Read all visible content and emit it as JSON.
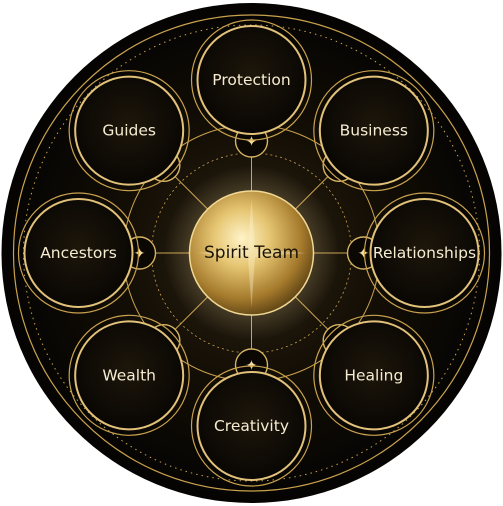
{
  "center": {
    "label": "Spirit Team"
  },
  "nodes": [
    {
      "id": "protection",
      "label": "Protection"
    },
    {
      "id": "business",
      "label": "Business"
    },
    {
      "id": "relationships",
      "label": "Relationships"
    },
    {
      "id": "healing",
      "label": "Healing"
    },
    {
      "id": "creativity",
      "label": "Creativity"
    },
    {
      "id": "wealth",
      "label": "Wealth"
    },
    {
      "id": "ancestors",
      "label": "Ancestors"
    },
    {
      "id": "guides",
      "label": "Guides"
    }
  ],
  "connectors": [
    {
      "id": "top",
      "icon": "compass-star-icon"
    },
    {
      "id": "top-right",
      "icon": "sparkle-icon"
    },
    {
      "id": "right",
      "icon": "compass-star-icon"
    },
    {
      "id": "bottom-right",
      "icon": "crescent-moon-icon"
    },
    {
      "id": "bottom",
      "icon": "compass-star-icon"
    },
    {
      "id": "bottom-left",
      "icon": "sparkle-icon"
    },
    {
      "id": "left",
      "icon": "compass-star-icon"
    },
    {
      "id": "top-left",
      "icon": "crescent-moon-icon"
    }
  ],
  "colors": {
    "background": "#050403",
    "gold": "#c9a24e",
    "gold_light": "#f3dc9c",
    "text": "#f6ecd2"
  }
}
